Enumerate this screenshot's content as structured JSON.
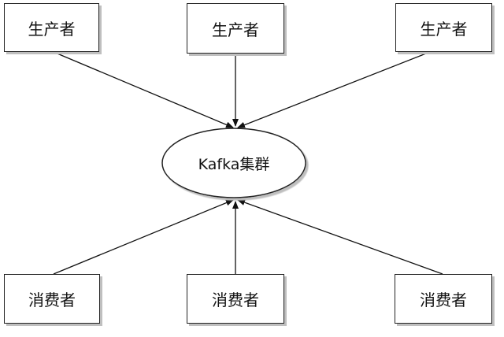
{
  "diagram": {
    "producers": [
      {
        "label": "生产者"
      },
      {
        "label": "生产者"
      },
      {
        "label": "生产者"
      }
    ],
    "cluster": {
      "label": "Kafka集群"
    },
    "consumers": [
      {
        "label": "消费者"
      },
      {
        "label": "消费者"
      },
      {
        "label": "消费者"
      }
    ]
  }
}
